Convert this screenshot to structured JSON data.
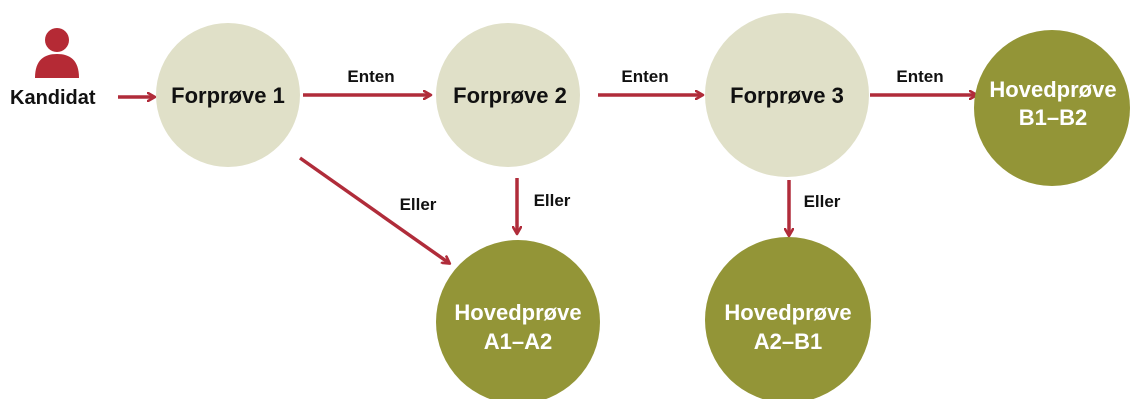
{
  "colors": {
    "prelim_fill": "#e0e0c8",
    "main_fill": "#939537",
    "arrow": "#b02c3a",
    "prelim_text": "#111111",
    "main_text": "#ffffff",
    "icon": "#b52a35"
  },
  "candidate": {
    "icon": "person-icon",
    "label": "Kandidat"
  },
  "nodes": {
    "forprove1": {
      "label": "Forprøve 1"
    },
    "forprove2": {
      "label": "Forprøve 2"
    },
    "forprove3": {
      "label": "Forprøve 3"
    },
    "hoved_b1b2": {
      "line1": "Hovedprøve",
      "line2": "B1–B2"
    },
    "hoved_a1a2": {
      "line1": "Hovedprøve",
      "line2": "A1–A2"
    },
    "hoved_a2b1": {
      "line1": "Hovedprøve",
      "line2": "A2–B1"
    }
  },
  "edges": {
    "enten_1_2": "Enten",
    "enten_2_3": "Enten",
    "enten_3_b": "Enten",
    "eller_1_a": "Eller",
    "eller_2_a": "Eller",
    "eller_3_a": "Eller"
  }
}
